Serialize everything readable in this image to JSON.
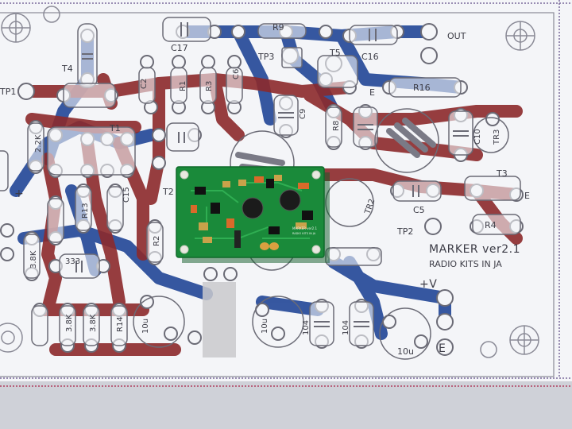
{
  "title": {
    "line1": "MARKER ver2.1",
    "line2": "RADIO KITS IN JA"
  },
  "labels": {
    "out": "OUT",
    "vplus": "+V",
    "ground": "E",
    "plus": "+",
    "r9": "R9",
    "c17": "C17",
    "c16": "C16",
    "r16": "R16",
    "tp1": "TP1",
    "tp2": "TP2",
    "tp3": "TP3",
    "t4": "T4",
    "t5": "T5",
    "t1": "T1",
    "t2": "T2",
    "t3": "T3",
    "tr2": "TR2",
    "tr3": "TR3",
    "r1": "R1",
    "r2": "R2",
    "r3": "R3",
    "r4": "R4",
    "r8": "R8",
    "r13": "R13",
    "r14": "R14",
    "c2": "C2",
    "c5": "C5",
    "c6": "C6",
    "c9": "C9",
    "c10": "C10",
    "c15": "C15",
    "v22k": "2.2K",
    "v38k_a": "3.8K",
    "v38k_b": "3.8K",
    "v38k_c": "3.8K",
    "v10u_a": "10u",
    "v10u_b": "10u",
    "v10u_c": "10u",
    "v104_a": "104",
    "v104_b": "104",
    "v333": "333",
    "e_a": "E",
    "e_b": "E"
  },
  "pcb": {
    "silk_line1": "MARKER ver2.1",
    "silk_line2": "RADIO KITS IN JA"
  },
  "colors": {
    "paper": "#f4f5f8",
    "blue_trace": "#2c4f9c",
    "red_trace": "#8c2a2c",
    "pcb_green": "#1a8a3a",
    "ink": "#3c3c46"
  }
}
